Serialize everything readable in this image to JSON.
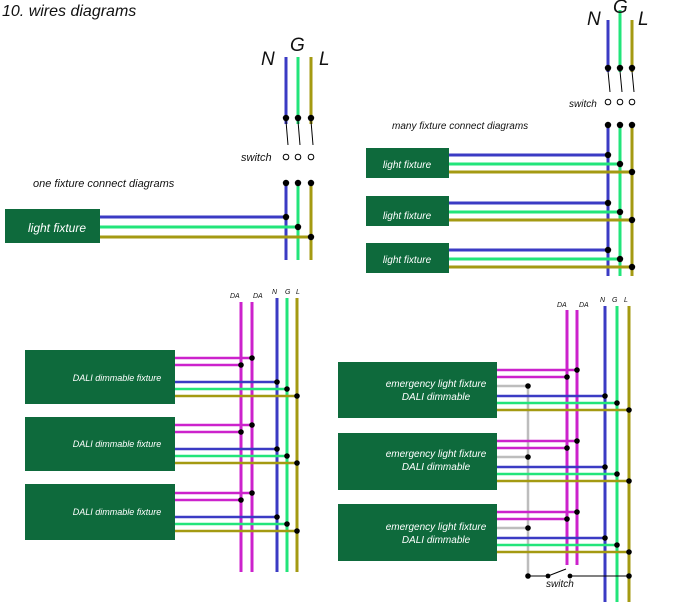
{
  "title": "10. wires diagrams",
  "colors": {
    "neutral": "#3b3bc4",
    "ground": "#22e57a",
    "live": "#a49a12",
    "dali": "#cc22cc",
    "switch_wire": "#bdbdbd",
    "fixture_fill": "#0e6a3c",
    "fixture_text": "#ffffff"
  },
  "labels": {
    "n": "N",
    "g": "G",
    "l": "L",
    "da": "DA",
    "switch": "switch"
  },
  "one_fixture": {
    "caption": "one fixture connect diagrams",
    "fixture_label": "light fixture"
  },
  "many_fixtures": {
    "caption": "many  fixture connect diagrams",
    "fixture_labels": [
      "light fixture",
      "light fixture",
      "light fixture"
    ]
  },
  "dali": {
    "fixture_labels": [
      "DALI dimmable fixture",
      "DALI dimmable fixture",
      "DALI dimmable fixture"
    ]
  },
  "emergency": {
    "fixture_lines": [
      [
        "emergency  light fixture",
        "DALI  dimmable"
      ],
      [
        "emergency  light fixture",
        "DALI  dimmable"
      ],
      [
        "emergency  light fixture",
        "DALI  dimmable"
      ]
    ]
  }
}
